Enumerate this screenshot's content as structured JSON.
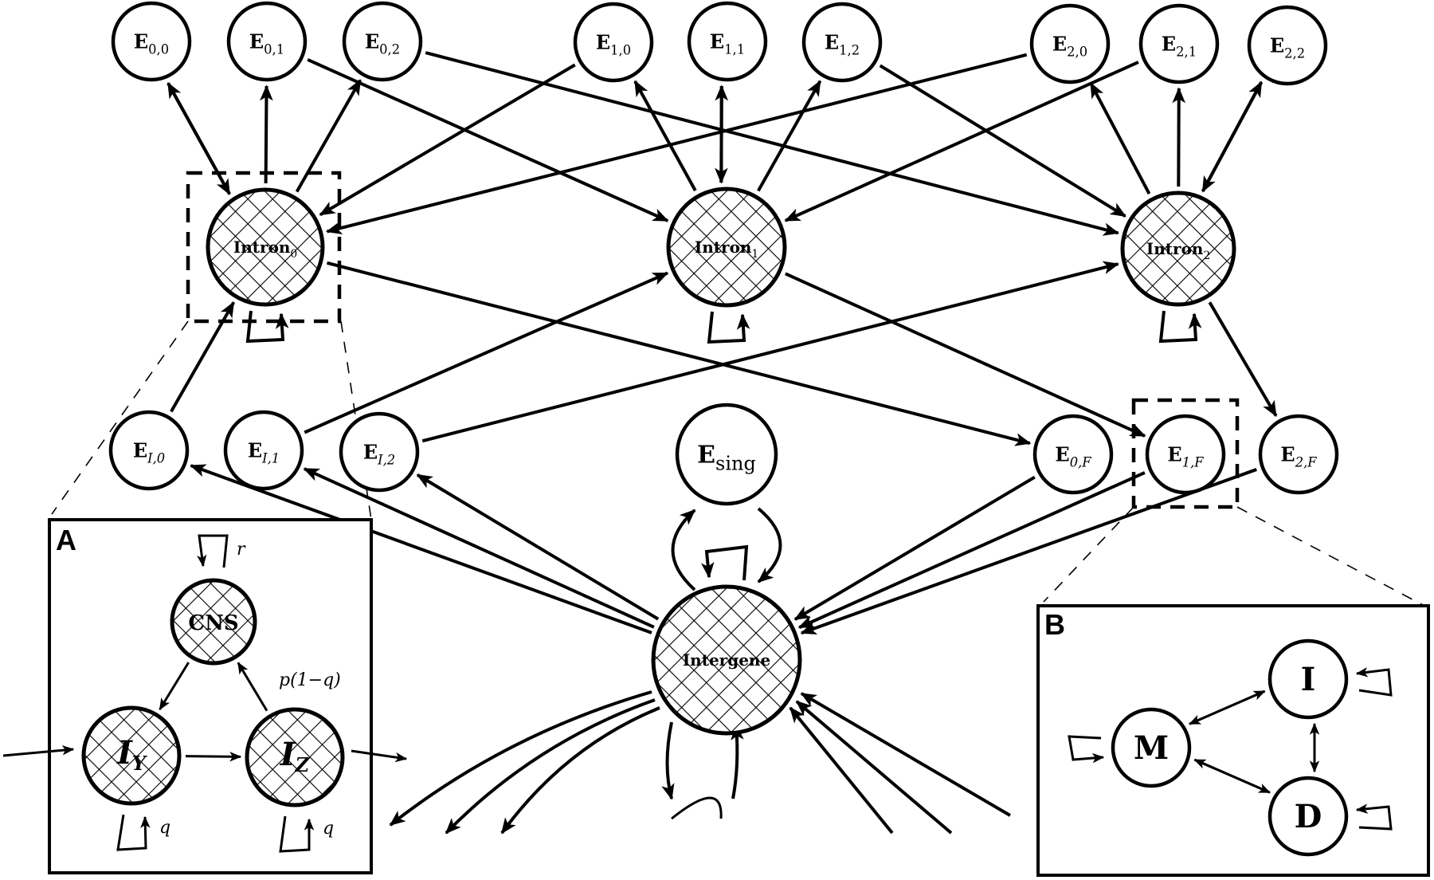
{
  "figure": {
    "description": "Hidden Markov model state diagram for gene structure with intron sub-model (A) and pair-alignment sub-model (B)"
  },
  "main_nodes": [
    {
      "id": "E00",
      "base": "E",
      "sub": "0,0",
      "sub_italic": false,
      "hatched": false
    },
    {
      "id": "E01",
      "base": "E",
      "sub": "0,1",
      "sub_italic": false,
      "hatched": false
    },
    {
      "id": "E02",
      "base": "E",
      "sub": "0,2",
      "sub_italic": false,
      "hatched": false
    },
    {
      "id": "E10",
      "base": "E",
      "sub": "1,0",
      "sub_italic": false,
      "hatched": false
    },
    {
      "id": "E11",
      "base": "E",
      "sub": "1,1",
      "sub_italic": false,
      "hatched": false
    },
    {
      "id": "E12",
      "base": "E",
      "sub": "1,2",
      "sub_italic": false,
      "hatched": false
    },
    {
      "id": "E20",
      "base": "E",
      "sub": "2,0",
      "sub_italic": false,
      "hatched": false
    },
    {
      "id": "E21",
      "base": "E",
      "sub": "2,1",
      "sub_italic": false,
      "hatched": false
    },
    {
      "id": "E22",
      "base": "E",
      "sub": "2,2",
      "sub_italic": false,
      "hatched": false
    },
    {
      "id": "Intron0",
      "base": "Intron",
      "sub": "0",
      "sub_italic": false,
      "hatched": true
    },
    {
      "id": "Intron1",
      "base": "Intron",
      "sub": "1",
      "sub_italic": false,
      "hatched": true
    },
    {
      "id": "Intron2",
      "base": "Intron",
      "sub": "2",
      "sub_italic": false,
      "hatched": true
    },
    {
      "id": "EI0",
      "base": "E",
      "sub": "I,0",
      "sub_italic": true,
      "hatched": false
    },
    {
      "id": "EI1",
      "base": "E",
      "sub": "I,1",
      "sub_italic": true,
      "hatched": false
    },
    {
      "id": "EI2",
      "base": "E",
      "sub": "I,2",
      "sub_italic": true,
      "hatched": false
    },
    {
      "id": "Esing",
      "base": "E",
      "sub": "sing",
      "sub_italic": false,
      "hatched": false
    },
    {
      "id": "E0F",
      "base": "E",
      "sub": "0,F",
      "sub_italic": true,
      "hatched": false
    },
    {
      "id": "E1F",
      "base": "E",
      "sub": "1,F",
      "sub_italic": true,
      "hatched": false
    },
    {
      "id": "E2F",
      "base": "E",
      "sub": "2,F",
      "sub_italic": true,
      "hatched": false
    },
    {
      "id": "Intergene",
      "base": "Intergene",
      "sub": "",
      "sub_italic": false,
      "hatched": true
    }
  ],
  "main_edges": [
    {
      "from": "Intron0",
      "to": "E00"
    },
    {
      "from": "E00",
      "to": "Intron0"
    },
    {
      "from": "Intron0",
      "to": "E01"
    },
    {
      "from": "Intron0",
      "to": "E02"
    },
    {
      "from": "E01",
      "to": "Intron1"
    },
    {
      "from": "E02",
      "to": "Intron2"
    },
    {
      "from": "E10",
      "to": "Intron0"
    },
    {
      "from": "E20",
      "to": "Intron0"
    },
    {
      "from": "Intron1",
      "to": "E10"
    },
    {
      "from": "Intron1",
      "to": "E11"
    },
    {
      "from": "E11",
      "to": "Intron1"
    },
    {
      "from": "Intron1",
      "to": "E12"
    },
    {
      "from": "E12",
      "to": "Intron2"
    },
    {
      "from": "E21",
      "to": "Intron1"
    },
    {
      "from": "Intron2",
      "to": "E20"
    },
    {
      "from": "Intron2",
      "to": "E21"
    },
    {
      "from": "Intron2",
      "to": "E22"
    },
    {
      "from": "E22",
      "to": "Intron2"
    },
    {
      "from": "EI0",
      "to": "Intron0"
    },
    {
      "from": "EI1",
      "to": "Intron1"
    },
    {
      "from": "EI2",
      "to": "Intron2"
    },
    {
      "from": "Intron0",
      "to": "E0F"
    },
    {
      "from": "Intron1",
      "to": "E1F"
    },
    {
      "from": "Intron2",
      "to": "E2F"
    },
    {
      "from": "Intergene",
      "to": "EI0"
    },
    {
      "from": "Intergene",
      "to": "EI1"
    },
    {
      "from": "Intergene",
      "to": "EI2"
    },
    {
      "from": "E0F",
      "to": "Intergene"
    },
    {
      "from": "E1F",
      "to": "Intergene"
    },
    {
      "from": "E2F",
      "to": "Intergene"
    },
    {
      "from": "Intergene",
      "to": "Esing"
    },
    {
      "from": "Esing",
      "to": "Intergene"
    }
  ],
  "self_loops": [
    "Intron0",
    "Intron1",
    "Intron2",
    "Intergene"
  ],
  "highlight_boxes": [
    "Intron0",
    "E1F"
  ],
  "panel_a": {
    "letter": "A",
    "nodes": [
      {
        "id": "CNS",
        "label": "CNS",
        "italic": false
      },
      {
        "id": "IY",
        "label": "I",
        "sub": "Y",
        "italic": true
      },
      {
        "id": "IZ",
        "label": "I",
        "sub": "Z",
        "italic": true
      }
    ],
    "edges": [
      {
        "from": "CNS",
        "to": "IY",
        "label": ""
      },
      {
        "from": "IY",
        "to": "IZ",
        "label": ""
      },
      {
        "from": "IZ",
        "to": "CNS",
        "label": "p(1−q)"
      }
    ],
    "self_loop_labels": {
      "CNS": "r",
      "IY": "q",
      "IZ": "q"
    }
  },
  "panel_b": {
    "letter": "B",
    "nodes": [
      {
        "id": "M",
        "label": "M"
      },
      {
        "id": "I",
        "label": "I"
      },
      {
        "id": "D",
        "label": "D"
      }
    ],
    "edges": [
      {
        "from": "M",
        "to": "I"
      },
      {
        "from": "I",
        "to": "M"
      },
      {
        "from": "M",
        "to": "D"
      },
      {
        "from": "D",
        "to": "M"
      },
      {
        "from": "I",
        "to": "D"
      },
      {
        "from": "D",
        "to": "I"
      }
    ],
    "self_loops": [
      "M",
      "I",
      "D"
    ]
  },
  "colors": {
    "stroke": "#000000",
    "background": "#ffffff"
  }
}
